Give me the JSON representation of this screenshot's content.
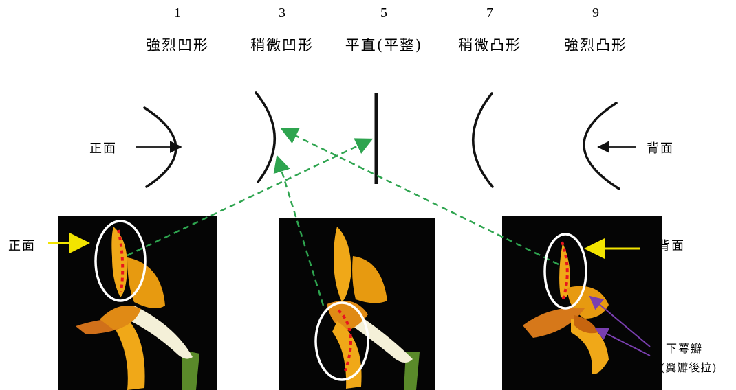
{
  "scale": [
    {
      "num": "1",
      "label": "強烈凹形"
    },
    {
      "num": "3",
      "label": "稍微凹形"
    },
    {
      "num": "5",
      "label": "平直(平整)"
    },
    {
      "num": "7",
      "label": "稍微凸形"
    },
    {
      "num": "9",
      "label": "強烈凸形"
    }
  ],
  "labels": {
    "front_top": "正面",
    "back_top": "背面",
    "front_photo": "正面",
    "back_photo": "背面",
    "lower_sepal_line1": "下萼瓣",
    "lower_sepal_line2": "(翼瓣後拉)"
  },
  "colors": {
    "curve": "#111111",
    "dashed_arrow": "#2ea44f",
    "yellow_arrow": "#f2e400",
    "purple_arrow": "#7a3fb0",
    "red_dots": "#e8141e",
    "ellipse": "#ffffff",
    "petal": "#f0a818",
    "photo_bg": "#050505"
  }
}
